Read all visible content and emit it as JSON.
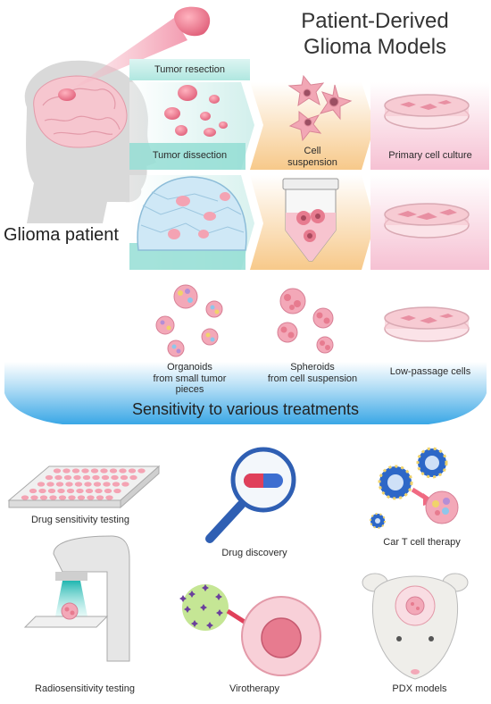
{
  "title": {
    "line1": "Patient-Derived",
    "line2": "Glioma Models"
  },
  "patient_label": "Glioma patient",
  "steps": {
    "tumor_resection": "Tumor resection",
    "tumor_dissection": "Tumor dissection",
    "cell_suspension_1": "Cell",
    "cell_suspension_2": "suspension",
    "primary_culture": "Primary cell culture"
  },
  "models": {
    "organoids_1": "Organoids",
    "organoids_2": "from small tumor",
    "organoids_3": "pieces",
    "spheroids_1": "Spheroids",
    "spheroids_2": "from cell suspension",
    "low_passage": "Low-passage cells"
  },
  "band_label": "Sensitivity to various treatments",
  "applications": {
    "drug_sensitivity": "Drug sensitivity testing",
    "drug_discovery": "Drug discovery",
    "car_t": "Car T cell therapy",
    "radiosensitivity": "Radiosensitivity testing",
    "virotherapy": "Virotherapy",
    "pdx": "PDX models"
  },
  "colors": {
    "teal": "#7fd3c9",
    "orange": "#f7c98a",
    "pink": "#f6c1d3",
    "blue_band": "#3aa7e6",
    "tumor_pink": "#f08c9c",
    "head_gray": "#d9d9d9"
  }
}
